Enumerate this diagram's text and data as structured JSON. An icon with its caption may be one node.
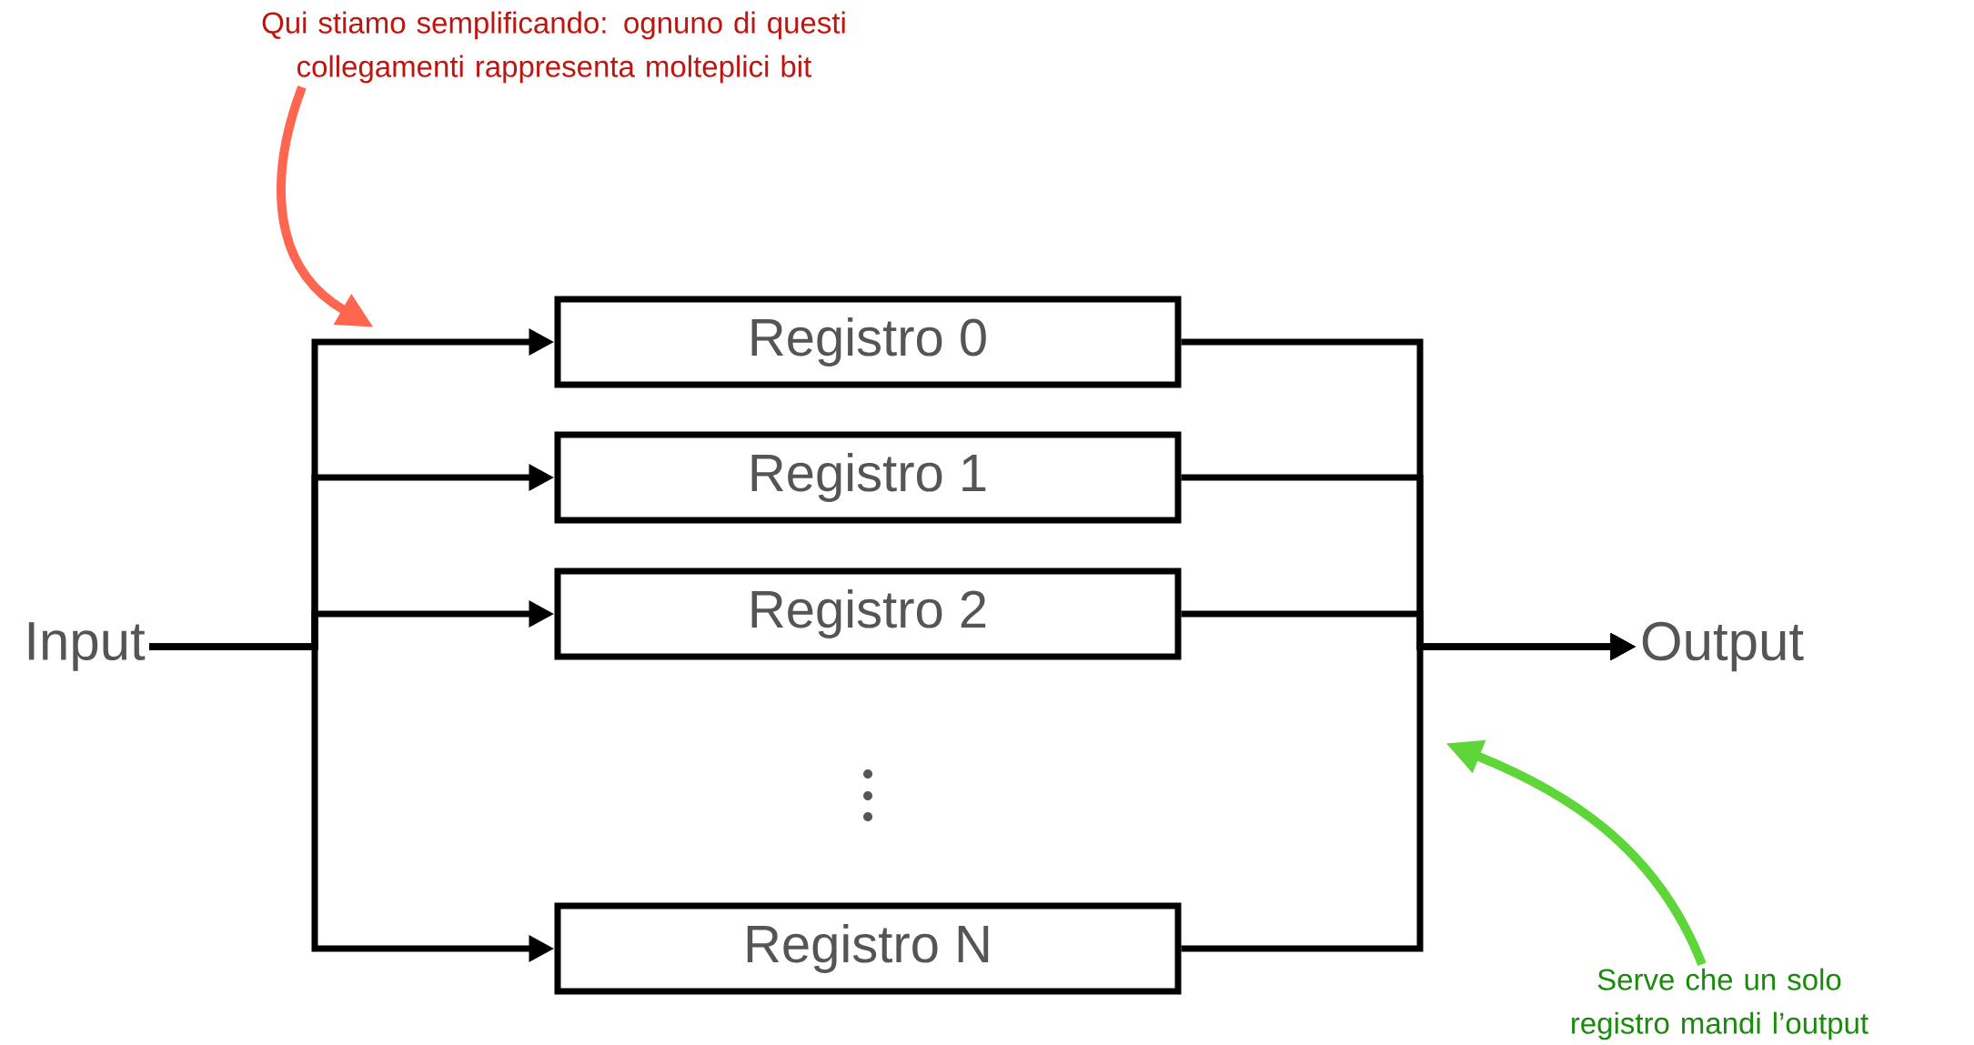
{
  "diagram": {
    "nodes": [
      {
        "text": [
          "Input"
        ]
      },
      {
        "text": [
          "Registro 0"
        ]
      },
      {
        "text": [
          "Registro 1"
        ]
      },
      {
        "text": [
          "Registro 2"
        ]
      },
      {
        "text": [
          "Registro N"
        ]
      },
      {
        "text": [
          "Output"
        ]
      },
      {
        "text": [
          "Qui stiamo semplificando: ognuno di questi collegamenti rappresenta molteplici bit"
        ]
      },
      {
        "text": [
          "Serve che un solo registro mandi l’output"
        ]
      }
    ],
    "edges": [
      {
        "from": 0,
        "to": 1,
        "arrow": "to"
      },
      {
        "from": 0,
        "to": 2,
        "arrow": "to"
      },
      {
        "from": 0,
        "to": 3,
        "arrow": "to"
      },
      {
        "from": 0,
        "to": 4,
        "arrow": "to"
      },
      {
        "from": 1,
        "to": 5,
        "arrow": "to"
      },
      {
        "from": 2,
        "to": 5,
        "arrow": "to"
      },
      {
        "from": 3,
        "to": 5,
        "arrow": "to"
      },
      {
        "from": 4,
        "to": 5,
        "arrow": "to"
      },
      {
        "from": 6,
        "to": null,
        "arrow": "to",
        "color": "#ff6650"
      },
      {
        "from": 7,
        "to": null,
        "arrow": "to",
        "color": "#5ed63a"
      }
    ]
  }
}
